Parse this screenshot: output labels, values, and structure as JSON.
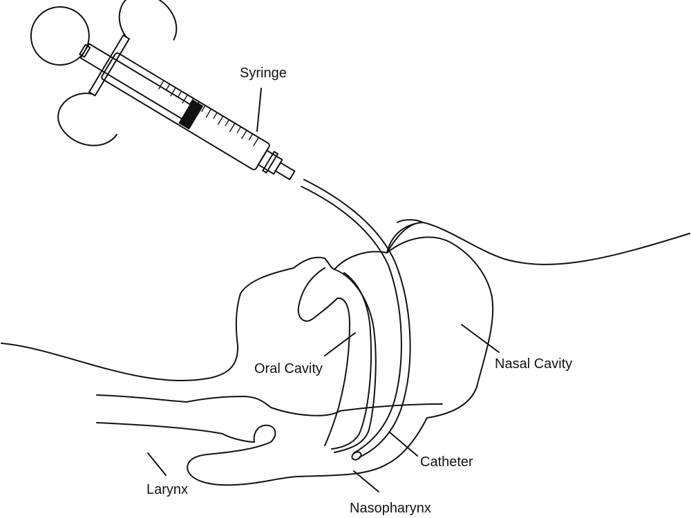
{
  "labels": {
    "syringe": "Syringe",
    "oral_cavity": "Oral Cavity",
    "nasal_cavity": "Nasal Cavity",
    "catheter": "Catheter",
    "larynx": "Larynx",
    "nasopharynx": "Nasopharynx"
  },
  "colors": {
    "ink": "#111111",
    "background": "#ffffff"
  }
}
